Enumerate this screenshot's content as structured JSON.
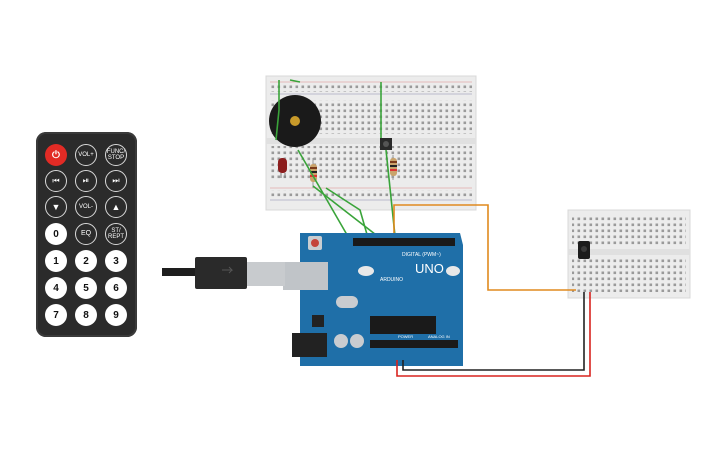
{
  "canvas": {
    "background": "#ffffff"
  },
  "remote": {
    "buttons": [
      {
        "name": "power-button",
        "label": "",
        "icon": "power-icon"
      },
      {
        "name": "vol-up-button",
        "label": "VOL+"
      },
      {
        "name": "func-stop-button",
        "label": "FUNC/\nSTOP"
      },
      {
        "name": "prev-button",
        "label": "",
        "icon": "skip-back-icon"
      },
      {
        "name": "play-pause-button",
        "label": "",
        "icon": "play-pause-icon"
      },
      {
        "name": "next-button",
        "label": "",
        "icon": "skip-forward-icon"
      },
      {
        "name": "down-button",
        "label": "",
        "icon": "triangle-down-icon"
      },
      {
        "name": "vol-down-button",
        "label": "VOL-"
      },
      {
        "name": "up-button",
        "label": "",
        "icon": "triangle-up-icon"
      },
      {
        "name": "zero-button",
        "label": "0"
      },
      {
        "name": "eq-button",
        "label": "EQ"
      },
      {
        "name": "st-rept-button",
        "label": "ST/\nREPT"
      },
      {
        "name": "one-button",
        "label": "1"
      },
      {
        "name": "two-button",
        "label": "2"
      },
      {
        "name": "three-button",
        "label": "3"
      },
      {
        "name": "four-button",
        "label": "4"
      },
      {
        "name": "five-button",
        "label": "5"
      },
      {
        "name": "six-button",
        "label": "6"
      },
      {
        "name": "seven-button",
        "label": "7"
      },
      {
        "name": "eight-button",
        "label": "8"
      },
      {
        "name": "nine-button",
        "label": "9"
      }
    ]
  },
  "arduino": {
    "brand": "ARDUINO",
    "model": "UNO",
    "digital_label": "DIGITAL (PWM~)",
    "power_label": "POWER",
    "analog_label": "ANALOG IN",
    "color": "#1f6fa8"
  },
  "wire_colors": {
    "green": "#3aa43a",
    "orange": "#e08a1e",
    "red": "#d9241f",
    "black": "#222222"
  }
}
